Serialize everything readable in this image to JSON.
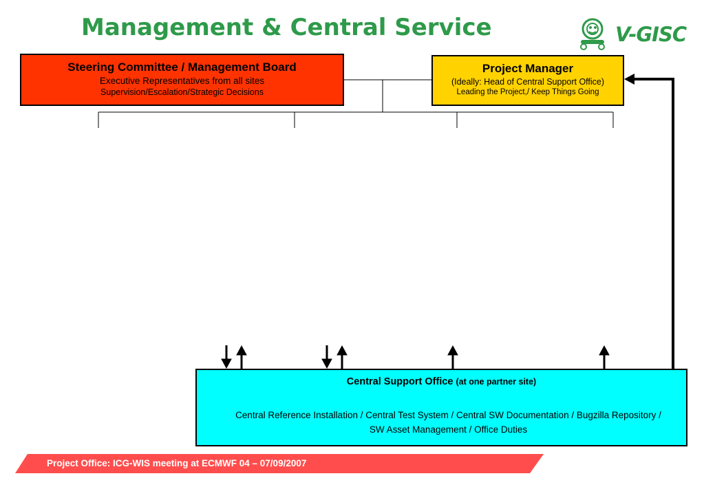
{
  "title": "Management & Central Service",
  "logo": {
    "text": "V-GISC",
    "icon": "vgisc-emblem-icon"
  },
  "steering": {
    "heading": "Steering Committee / Management Board",
    "line1": "Executive Representatives from all sites",
    "line2": "Supervision/Escalation/Strategic Decisions"
  },
  "project_manager": {
    "heading": "Project Manager",
    "line1": "(Ideally: Head of Central Support Office)",
    "line2": "Leading the Project,/ Keep Things Going"
  },
  "central_support": {
    "heading": "Central Support Office",
    "heading_sub": "(at one partner site)",
    "body": "Central Reference Installation / Central Test System / Central SW Documentation / Bugzilla Repository / SW Asset Management / Office Duties"
  },
  "footer": "Project Office: ICG-WIS meeting at ECMWF 04 – 07/09/2007",
  "colors": {
    "title_green": "#2e9a4a",
    "steering_red": "#ff3300",
    "pm_yellow": "#ffd200",
    "cso_cyan": "#00ffff",
    "footer_red": "#ff4d4d"
  }
}
